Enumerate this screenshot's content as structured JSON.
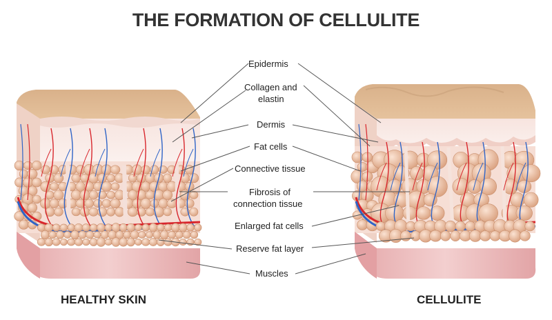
{
  "title": "THE FORMATION OF CELLULITE",
  "labels": {
    "epidermis": "Epidermis",
    "collagen_line1": "Collagen and",
    "collagen_line2": "elastin",
    "dermis": "Dermis",
    "fat_cells": "Fat cells",
    "connective_tissue": "Connective tissue",
    "fibrosis_line1": "Fibrosis of",
    "fibrosis_line2": "connection tissue",
    "enlarged_fat_cells": "Enlarged fat cells",
    "reserve_fat_layer": "Reserve fat layer",
    "muscles": "Muscles"
  },
  "captions": {
    "healthy": "HEALTHY SKIN",
    "cellulite": "CELLULITE"
  },
  "colors": {
    "epidermis": "#e2bd94",
    "dermis": "#f6e6e0",
    "fat_cell": "#e8b99a",
    "muscle": "#e9b7b9",
    "artery": "#d8262c",
    "vein": "#2f64c7",
    "leader_line": "#555555"
  }
}
